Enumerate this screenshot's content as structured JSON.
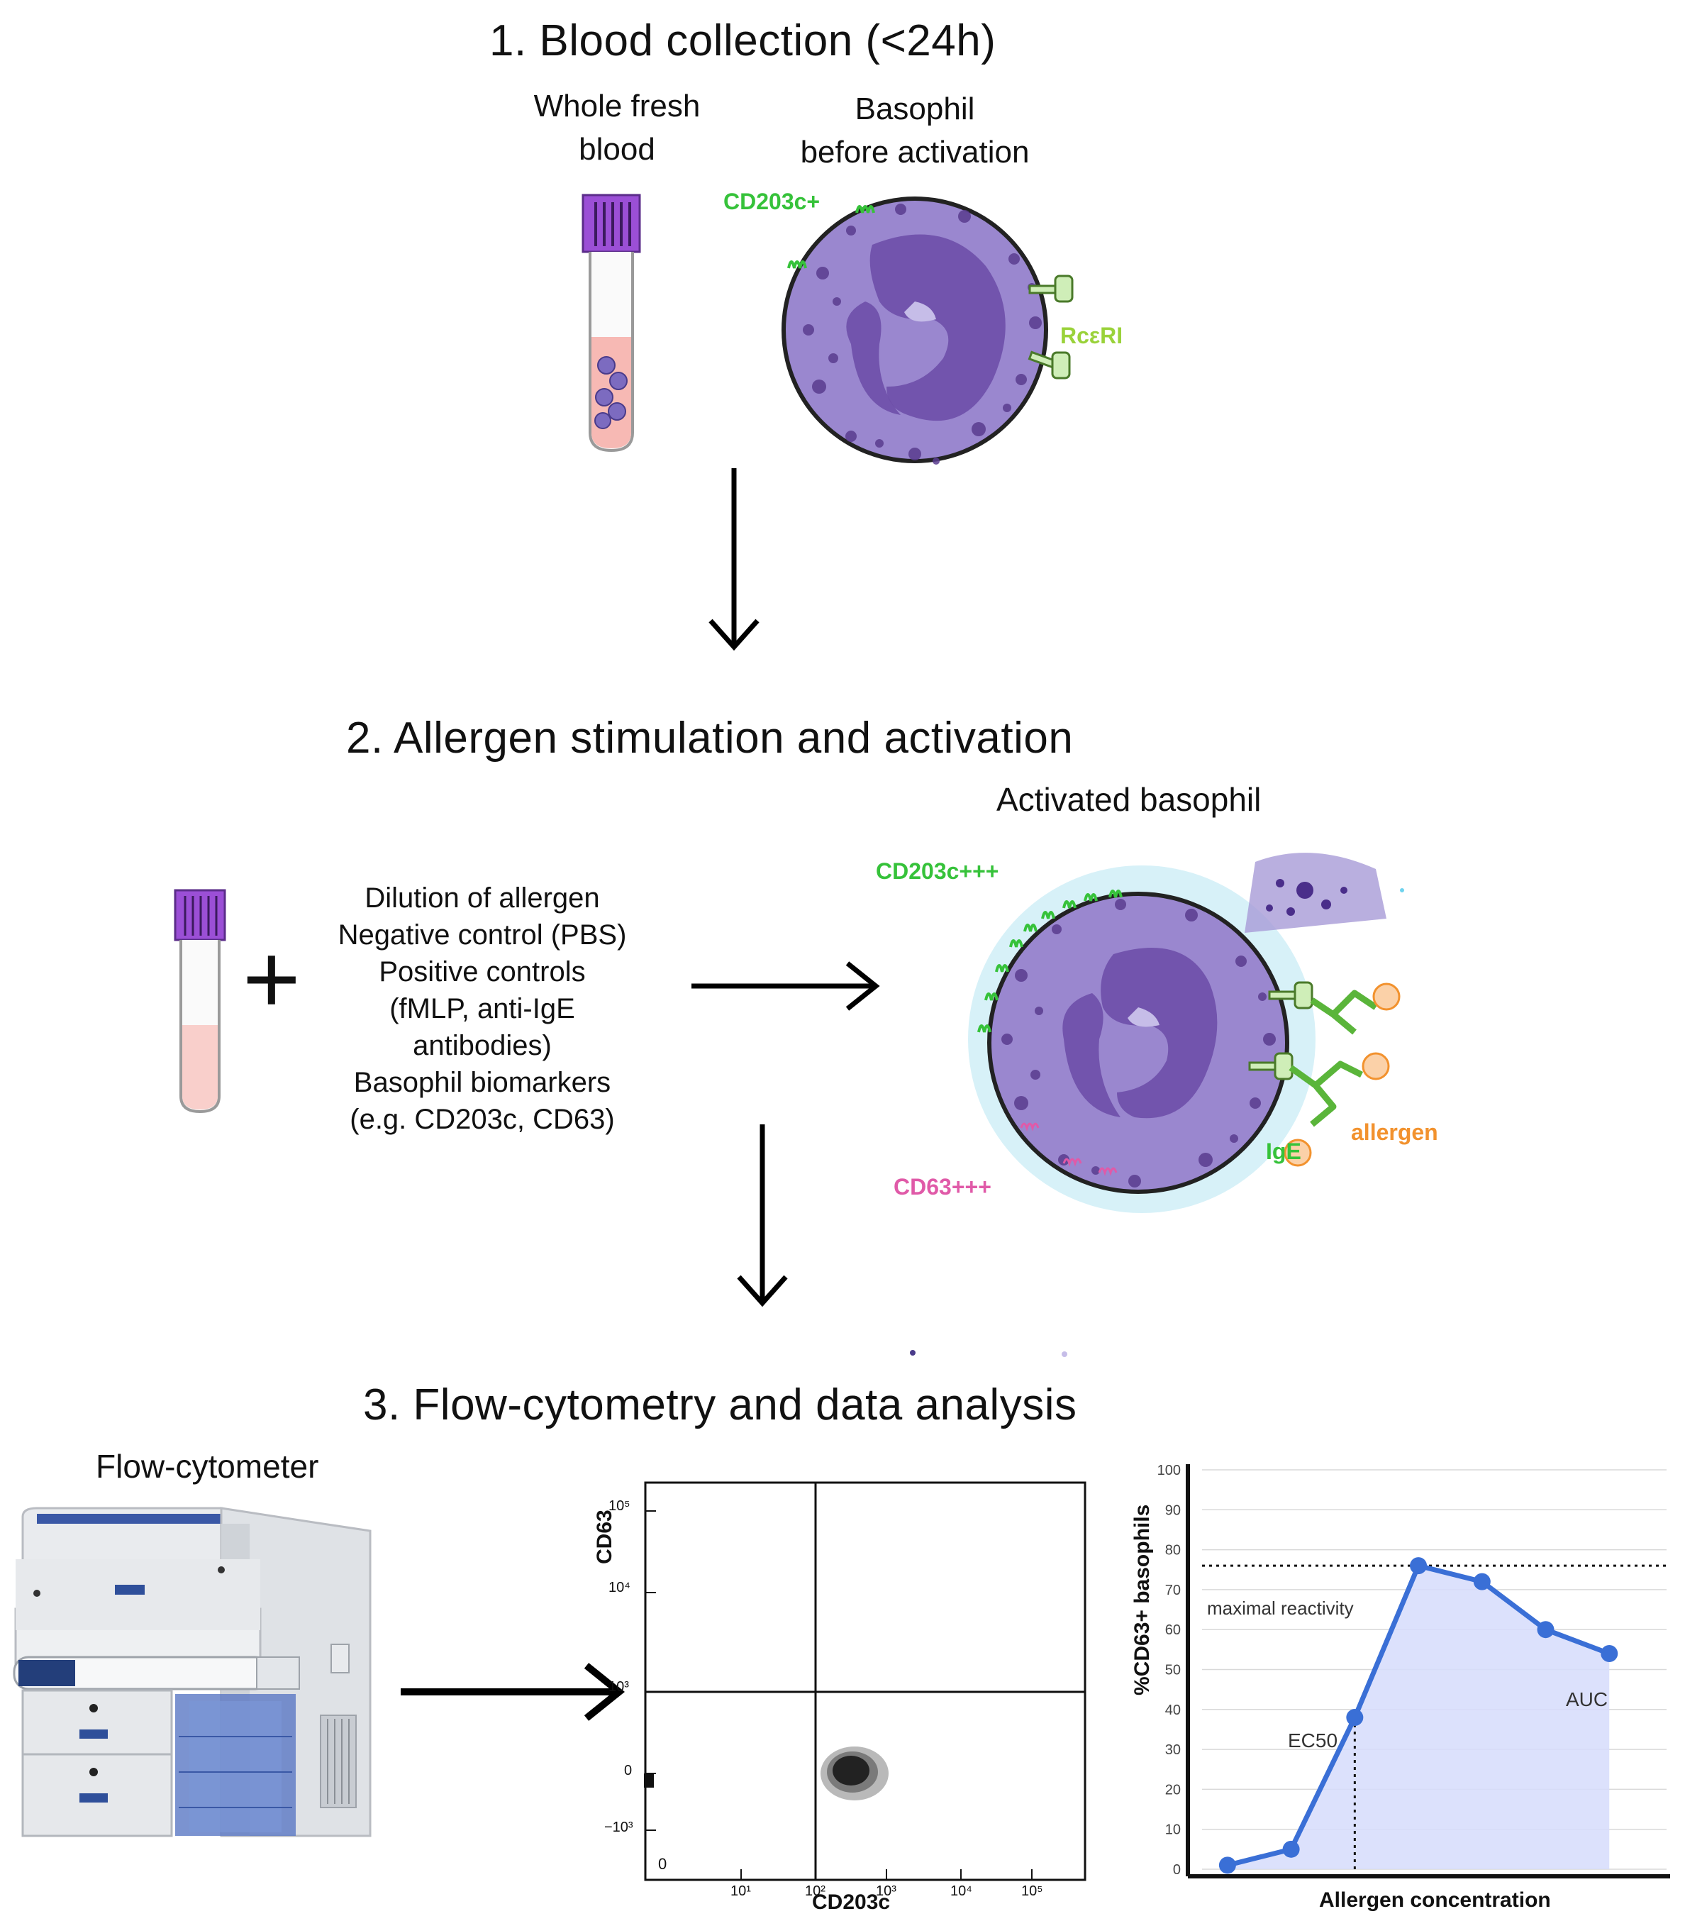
{
  "step1": {
    "title": "1.   Blood collection (<24h)",
    "tube_label": [
      "Whole fresh",
      "blood"
    ],
    "cell_label": [
      "Basophil",
      "before activation"
    ],
    "marker_cd203": "CD203c+",
    "marker_fc": "RcεRI"
  },
  "step2": {
    "title": "2.   Allergen stimulation and activation",
    "plus": "+",
    "list": [
      "Dilution of allergen",
      "Negative control (PBS)",
      "Positive controls",
      "(fMLP, anti-IgE",
      "antibodies)",
      "Basophil biomarkers",
      "(e.g. CD203c, CD63)"
    ],
    "activated_label": "Activated basophil",
    "marker_cd203": "CD203c+++",
    "marker_cd63": "CD63+++",
    "marker_ige": "IgE",
    "marker_allergen": "allergen"
  },
  "step3": {
    "title": "3.        Flow-cytometry and data analysis",
    "machine_label": "Flow-cytometer"
  },
  "colors": {
    "purple_cap": "#9b4fd6",
    "cell_fill": "#8d78c4",
    "nucleus": "#6e4fa8",
    "green_marker": "#36c23a",
    "lime_marker": "#9ad23a",
    "pink_marker": "#e05aa8",
    "orange_allergen": "#f2922e",
    "line_blue": "#3a6fd6",
    "area_fill": "#d6dcfb"
  },
  "scatter_plot": {
    "ylabel": "CD63",
    "xlabel": "CD203c",
    "y_ticks": [
      "10⁵",
      "10⁴",
      "10³",
      "0",
      "−10³"
    ],
    "x_ticks": [
      "10¹",
      "10²",
      "10³",
      "10⁴",
      "10⁵"
    ],
    "corner_label": "0"
  },
  "chart_data": {
    "type": "line",
    "title": "",
    "xlabel": "Allergen concentration",
    "ylabel": "%CD63+ basophils",
    "ylim": [
      0,
      100
    ],
    "y_ticks": [
      "0",
      "10",
      "20",
      "30",
      "40",
      "50",
      "60",
      "70",
      "80",
      "90",
      "100"
    ],
    "grid": true,
    "series": [
      {
        "x": [
          1,
          2,
          3,
          4,
          5,
          6,
          7
        ],
        "values": [
          1,
          5,
          38,
          76,
          72,
          60,
          54
        ]
      }
    ],
    "reference_line": {
      "label": "maximal reactivity",
      "value": 76
    },
    "annotations": [
      "EC50",
      "AUC"
    ]
  }
}
